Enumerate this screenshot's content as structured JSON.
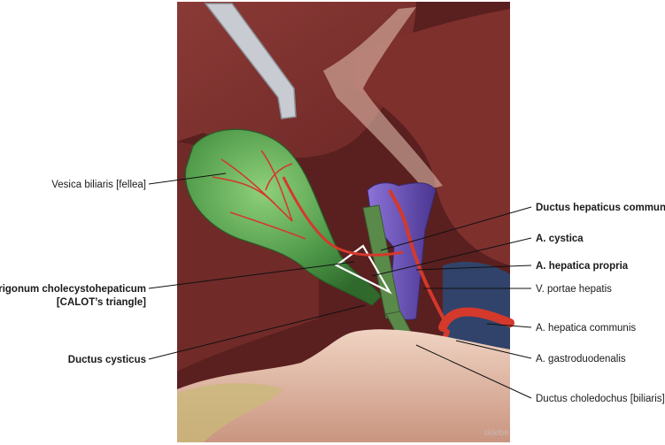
{
  "labels": {
    "vesica_biliaris": "Vesica biliaris [fellea]",
    "trigonum_line1": "Trigonum cholecystohepaticum",
    "trigonum_line2": "[CALOT’s triangle]",
    "ductus_cysticus": "Ductus cysticus",
    "ductus_hepaticus_communis": "Ductus hepaticus communis",
    "a_cystica": "A. cystica",
    "a_hepatica_propria": "A. hepatica propria",
    "v_portae_hepatis": "V. portae hepatis",
    "a_hepatica_communis": "A. hepatica communis",
    "a_gastroduodenalis": "A. gastroduodenalis",
    "ductus_choledochus": "Ductus choledochus [biliaris]"
  },
  "signature": "sklebe",
  "colors": {
    "liver": "#7a2e2c",
    "liver_dark": "#5a1f1f",
    "gallbladder": "#4f9a4a",
    "artery": "#d4392c",
    "portal_vein": "#6a4fb0",
    "duct_green": "#5a8a4a",
    "duodenum": "#e0b7a2",
    "fat": "#c9b978"
  }
}
